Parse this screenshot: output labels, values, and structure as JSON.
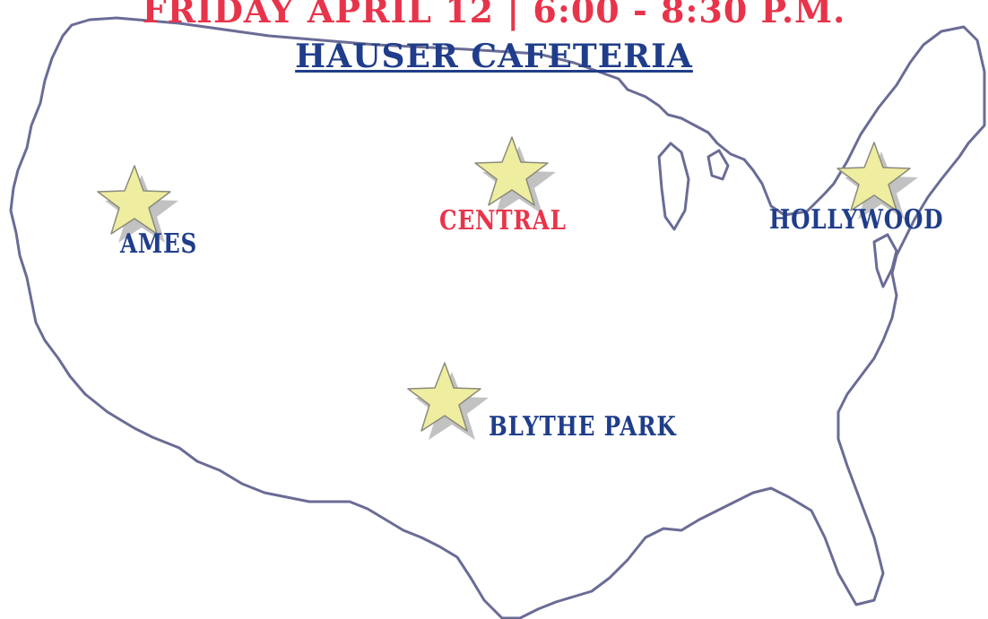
{
  "header": {
    "date_line": "FRIDAY APRIL 12 | 6:00 - 8:30 P.M.",
    "venue": "HAUSER CAFETERIA"
  },
  "locations": [
    {
      "label": "AMES"
    },
    {
      "label": "CENTRAL"
    },
    {
      "label": "HOLLYWOOD"
    },
    {
      "label": "BLYTHE PARK"
    }
  ],
  "icons": {
    "marker": "star-icon"
  },
  "colors": {
    "red": "#e8344a",
    "blue": "#1f3d8a",
    "star_fill": "#efed9f",
    "star_stroke": "#8a8a7c",
    "outline": "#6a6c96"
  }
}
